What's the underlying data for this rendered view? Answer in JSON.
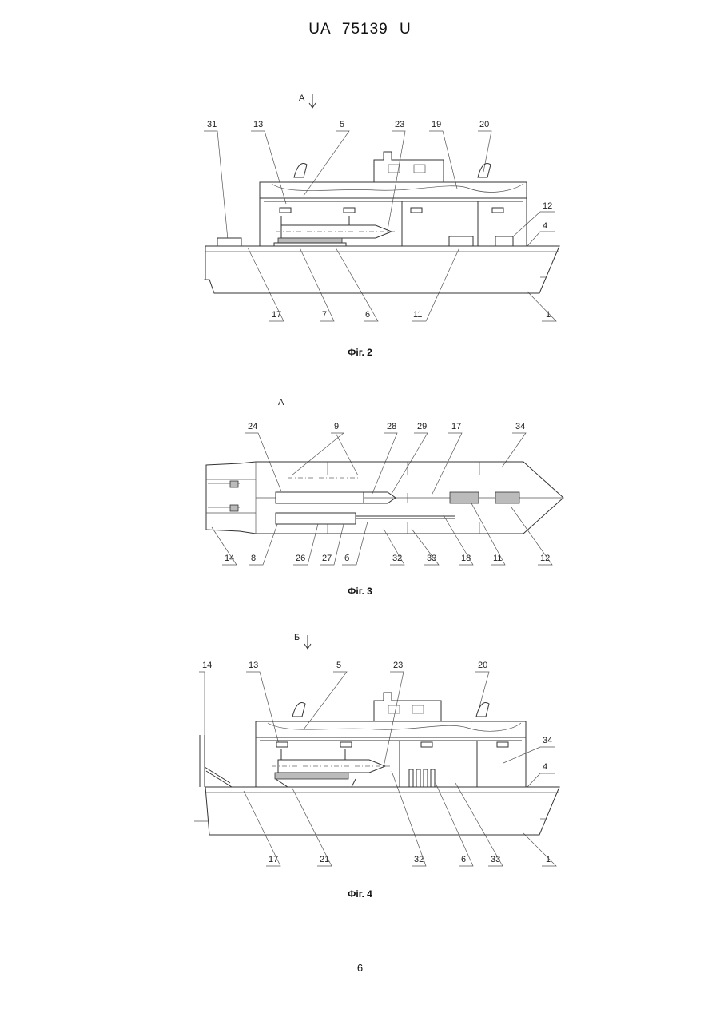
{
  "header": {
    "doc_id": "UA   75139   U"
  },
  "fig2": {
    "caption": "Фіг. 2",
    "view_marker": "A",
    "labels_top": [
      "31",
      "13",
      "5",
      "23",
      "19",
      "20"
    ],
    "labels_right": [
      "12",
      "4"
    ],
    "labels_bottom": [
      "17",
      "7",
      "6",
      "11",
      "1"
    ]
  },
  "fig3": {
    "caption": "Фіг. 3",
    "view_marker": "A",
    "labels_top": [
      "24",
      "9",
      "28",
      "29",
      "17",
      "34"
    ],
    "labels_bottom": [
      "14",
      "8",
      "26",
      "27",
      "б",
      "32",
      "33",
      "18",
      "11",
      "12"
    ]
  },
  "fig4": {
    "caption": "Фіг. 4",
    "view_marker": "Б",
    "labels_top": [
      "14",
      "13",
      "5",
      "23",
      "20"
    ],
    "labels_right": [
      "34",
      "4"
    ],
    "labels_bottom": [
      "17",
      "21",
      "32",
      "6",
      "33",
      "1"
    ]
  },
  "page_number": "6"
}
